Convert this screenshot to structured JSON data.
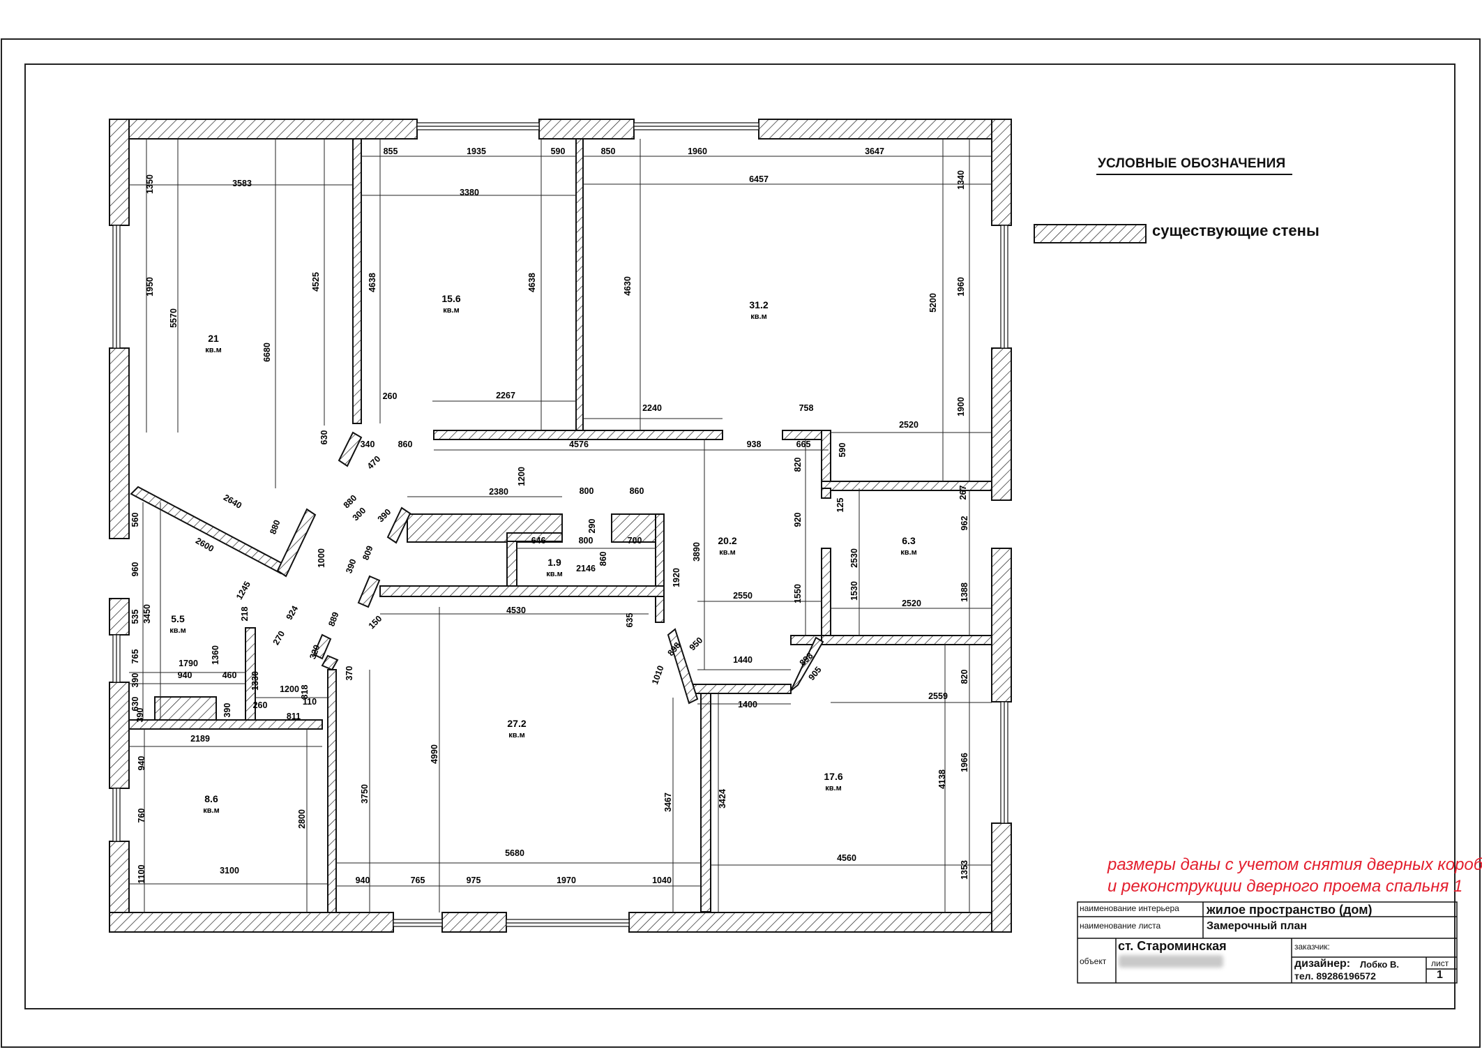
{
  "legend": {
    "title": "УСЛОВНЫЕ ОБОЗНАЧЕНИЯ",
    "existing_walls": "существующие стены"
  },
  "note": {
    "line1": "размеры даны с учетом снятия дверных коробок",
    "line2": "и реконструкции дверного проема спальня 1"
  },
  "title_block": {
    "interior_label": "наименование интерьера",
    "interior_value": "жилое пространство (дом)",
    "sheet_label": "наименование листа",
    "sheet_value": "Замерочный план",
    "object_label": "объект",
    "object_value": "ст. Староминская",
    "customer_label": "заказчик:",
    "designer_label": "дизайнер:",
    "designer_name": "Лобко В.",
    "phone": "тел. 89286196572",
    "sheet_no_label": "лист",
    "sheet_no": "1"
  },
  "rooms": [
    {
      "area": "21",
      "unit": "кв.м"
    },
    {
      "area": "15.6",
      "unit": "кв.м"
    },
    {
      "area": "31.2",
      "unit": "кв.м"
    },
    {
      "area": "20.2",
      "unit": "кв.м"
    },
    {
      "area": "6.3",
      "unit": "кв.м"
    },
    {
      "area": "1.9",
      "unit": "кв.м"
    },
    {
      "area": "5.5",
      "unit": "кв.м"
    },
    {
      "area": "27.2",
      "unit": "кв.м"
    },
    {
      "area": "17.6",
      "unit": "кв.м"
    },
    {
      "area": "8.6",
      "unit": "кв.м"
    }
  ],
  "dimensions": [
    "855",
    "1935",
    "590",
    "850",
    "1960",
    "3647",
    "3583",
    "3380",
    "6457",
    "1350",
    "1340",
    "1950",
    "5570",
    "4525",
    "4638",
    "4638",
    "4630",
    "5200",
    "1960",
    "6680",
    "260",
    "2267",
    "2240",
    "758",
    "1900",
    "2520",
    "630",
    "340",
    "860",
    "4576",
    "938",
    "665",
    "590",
    "820",
    "470",
    "2380",
    "1200",
    "800",
    "860",
    "267",
    "2640",
    "880",
    "880",
    "300",
    "390",
    "290",
    "646",
    "800",
    "700",
    "920",
    "125",
    "962",
    "560",
    "2600",
    "1000",
    "809",
    "860",
    "2146",
    "1920",
    "3890",
    "2530",
    "960",
    "1245",
    "390",
    "2550",
    "1550",
    "1530",
    "1388",
    "2520",
    "535",
    "3450",
    "218",
    "924",
    "889",
    "4530",
    "635",
    "150",
    "270",
    "898",
    "950",
    "1440",
    "898",
    "905",
    "765",
    "1790",
    "1360",
    "320",
    "1010",
    "820",
    "2559",
    "390",
    "940",
    "460",
    "1330",
    "370",
    "1200",
    "818",
    "1400",
    "630",
    "390",
    "390",
    "260",
    "110",
    "811",
    "2189",
    "940",
    "4990",
    "3750",
    "3467",
    "3424",
    "4138",
    "1966",
    "760",
    "2800",
    "1100",
    "3100",
    "5680",
    "4560",
    "1353",
    "940",
    "765",
    "975",
    "1970",
    "1040"
  ]
}
